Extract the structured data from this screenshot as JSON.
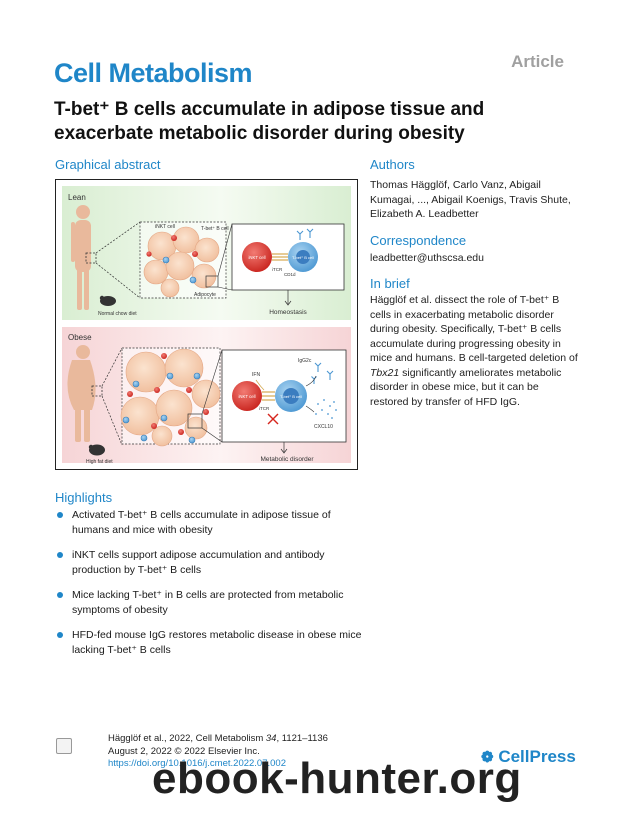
{
  "header": {
    "journal": "Cell Metabolism",
    "article_type": "Article"
  },
  "title": "T-bet⁺ B cells accumulate in adipose tissue and exacerbate metabolic disorder during obesity",
  "graphical_abstract": {
    "heading": "Graphical abstract",
    "lean": {
      "label": "Lean",
      "inkt_label": "iNKT cell",
      "tbet_label": "T-bet⁺ B cell",
      "adipocyte_label": "Adipocyte",
      "inkt_cell": "iNKT cell",
      "b_cell": "T-bet⁺ B cell",
      "itcr": "iTCR",
      "cd1d": "CD1d",
      "diet": "Normal chow diet",
      "outcome": "Homeostasis"
    },
    "obese": {
      "label": "Obese",
      "ifn": "IFN",
      "igg2c": "IgG2c",
      "inkt_cell": "iNKT cell",
      "b_cell": "T-bet⁺ B cell",
      "itcr": "iTCR",
      "cxcl10": "CXCL10",
      "diet": "High fat diet",
      "outcome": "Metabolic disorder"
    }
  },
  "authors": {
    "heading": "Authors",
    "text": "Thomas Hägglöf, Carlo Vanz, Abigail Kumagai, ..., Abigail Koenigs, Travis Shute, Elizabeth A. Leadbetter"
  },
  "correspondence": {
    "heading": "Correspondence",
    "email": "leadbetter@uthscsa.edu"
  },
  "in_brief": {
    "heading": "In brief",
    "text_before": "Hägglöf et al. dissect the role of T-bet⁺ B cells in exacerbating metabolic disorder during obesity. Specifically, T-bet⁺ B cells accumulate during progressing obesity in mice and humans. B cell-targeted deletion of ",
    "gene": "Tbx21",
    "text_after": " significantly ameliorates metabolic disorder in obese mice, but it can be restored by transfer of HFD IgG."
  },
  "highlights": {
    "heading": "Highlights",
    "items": [
      "Activated T-bet⁺ B cells accumulate in adipose tissue of humans and mice with obesity",
      "iNKT cells support adipose accumulation and antibody production by T-bet⁺ B cells",
      "Mice lacking T-bet⁺ in B cells are protected from metabolic symptoms of obesity",
      "HFD-fed mouse IgG restores metabolic disease in obese mice lacking T-bet⁺ B cells"
    ]
  },
  "citation": {
    "line1_prefix": "Hägglöf et al., 2022, Cell Metabolism ",
    "volume": "34",
    "line1_suffix": ", 1121–1136",
    "line2": "August 2, 2022 © 2022 Elsevier Inc.",
    "doi": "https://doi.org/10.1016/j.cmet.2022.07.002"
  },
  "publisher": "CellPress",
  "watermark": "ebook-hunter.org"
}
